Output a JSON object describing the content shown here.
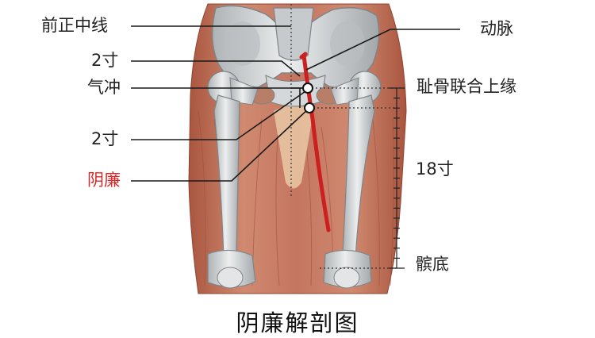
{
  "labels": {
    "midline": "前正中线",
    "two_cun_upper": "2寸",
    "qichong": "气冲",
    "two_cun_lower": "2寸",
    "yinlian": "阴廉",
    "artery": "动脉",
    "pubic_upper_border": "耻骨联合上缘",
    "eighteen_cun": "18寸",
    "patella_base": "髌底"
  },
  "caption": "阴廉解剖图",
  "colors": {
    "muscle": "#c9785f",
    "muscle_dark": "#9c4a36",
    "bone": "#d6d9da",
    "bone_shadow": "#9da3a6",
    "artery": "#cc1f1f",
    "leader": "#1a1a1a",
    "accent_label": "#d6282a"
  }
}
